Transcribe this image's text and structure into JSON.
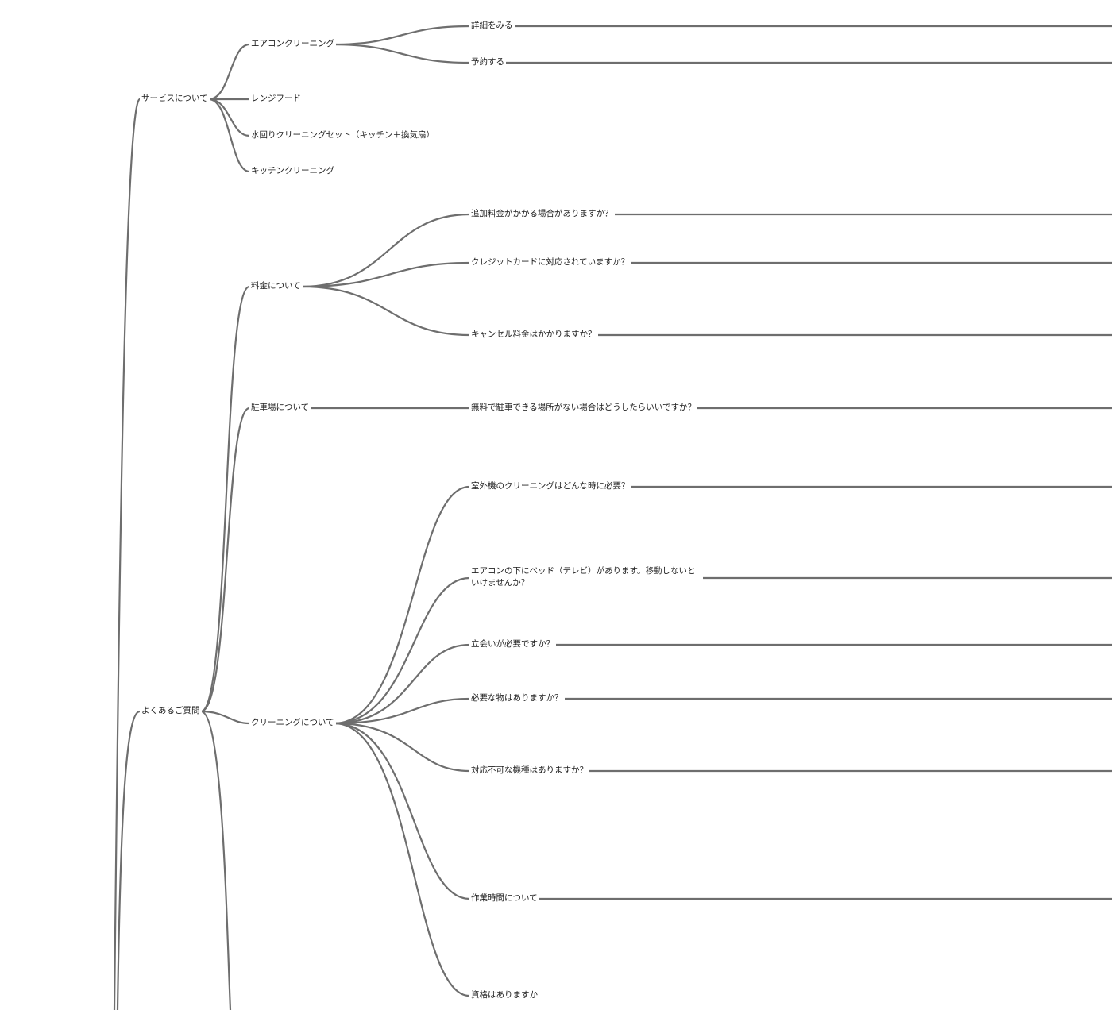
{
  "colors": {
    "edge": "#6e6e6e",
    "text": "#222222",
    "background": "#ffffff"
  },
  "nodes": {
    "service": "サービスについて",
    "aircon": "エアコンクリーニング",
    "details": "詳細をみる",
    "reserve": "予約する",
    "rangehood": "レンジフード",
    "water_set": "水回りクリーニングセット（キッチン＋換気扇）",
    "kitchen": "キッチンクリーニング",
    "faq": "よくあるご質問",
    "price": "料金について",
    "price_q1": "追加料金がかかる場合がありますか？",
    "price_q2": "クレジットカードに対応されていますか？",
    "price_q3": "キャンセル料金はかかりますか？",
    "parking": "駐車場について",
    "parking_q1": "無料で駐車できる場所がない場合はどうしたらいいですか？",
    "cleaning": "クリーニングについて",
    "clean_q1": "室外機のクリーニングはどんな時に必要？",
    "clean_q2": "エアコンの下にベッド（テレビ）があります。移動しないといけませんか？",
    "clean_q3": "立会いが必要ですか？",
    "clean_q4": "必要な物はありますか？",
    "clean_q5": "対応不可な機種はありますか？",
    "clean_q6": "作業時間について",
    "clean_q7": "資格はありますか"
  }
}
